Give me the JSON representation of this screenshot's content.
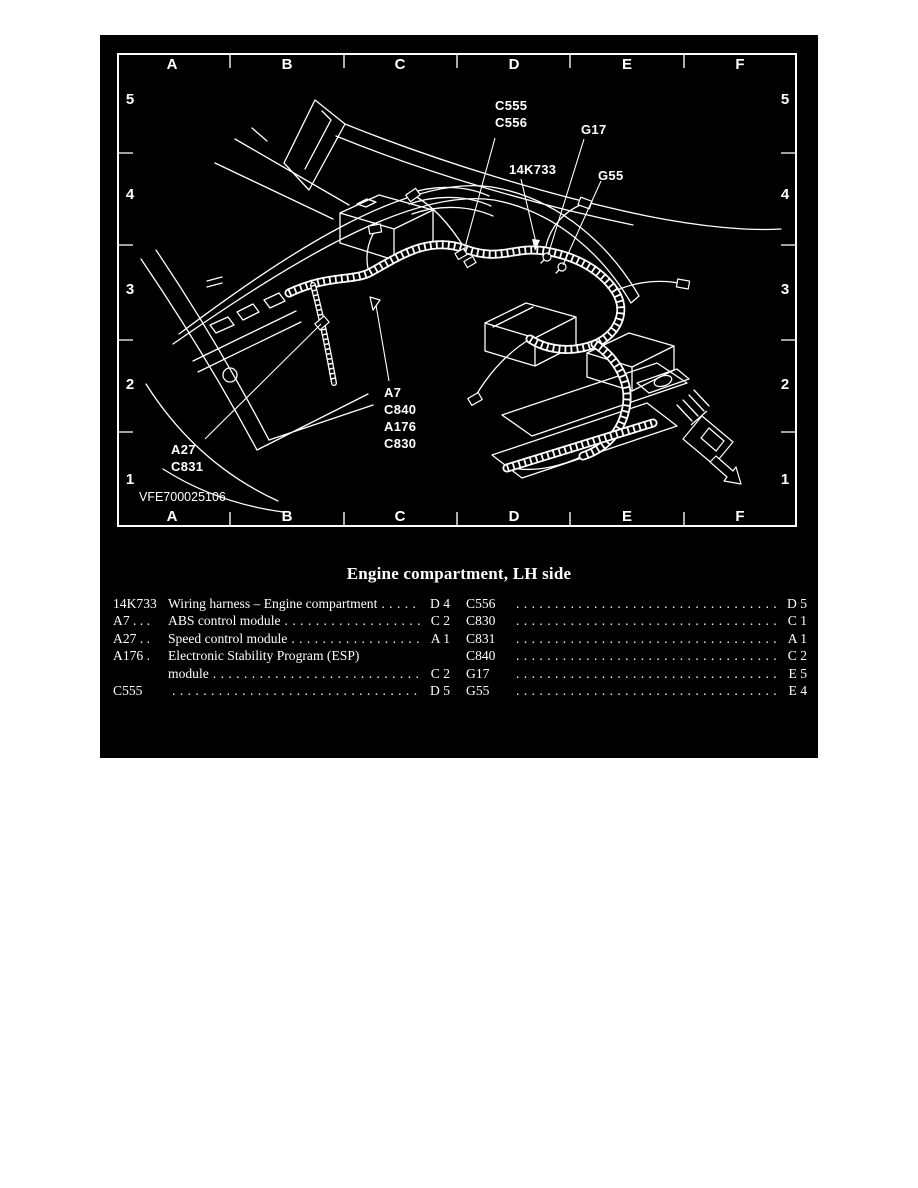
{
  "page": {
    "background": "#ffffff"
  },
  "panel": {
    "background": "#000000",
    "ink": "#ffffff"
  },
  "diagram": {
    "grid": {
      "columns": [
        "A",
        "B",
        "C",
        "D",
        "E",
        "F"
      ],
      "rows": [
        "5",
        "4",
        "3",
        "2",
        "1"
      ]
    },
    "figure_id": "VFE700025106",
    "callouts": {
      "connector_pair": [
        "C555",
        "C556"
      ],
      "ground_g17": "G17",
      "harness_id": "14K733",
      "ground_g55": "G55",
      "module_stack": [
        "A7",
        "C840",
        "A176",
        "C830"
      ],
      "speed_control_stack": [
        "A27",
        "C831"
      ]
    }
  },
  "caption": {
    "title": "Engine compartment, LH side"
  },
  "legend": {
    "left": [
      {
        "code": "14K733",
        "desc": "Wiring harness – Engine compartment",
        "ref": "D 4"
      },
      {
        "code": "A7 . . .",
        "desc": "ABS control module",
        "ref": "C 2"
      },
      {
        "code": "A27 . .",
        "desc": "Speed control module",
        "ref": "A 1"
      },
      {
        "code": "A176 .",
        "desc": "Electronic Stability Program (ESP)",
        "ref": ""
      },
      {
        "code": "",
        "desc": "module",
        "ref": "C 2"
      },
      {
        "code": "C555",
        "desc": "",
        "ref": "D 5"
      }
    ],
    "right": [
      {
        "code": "C556",
        "ref": "D 5"
      },
      {
        "code": "C830",
        "ref": "C 1"
      },
      {
        "code": "C831",
        "ref": "A 1"
      },
      {
        "code": "C840",
        "ref": "C 2"
      },
      {
        "code": "G17",
        "ref": "E 5"
      },
      {
        "code": "G55",
        "ref": "E 4"
      }
    ]
  }
}
